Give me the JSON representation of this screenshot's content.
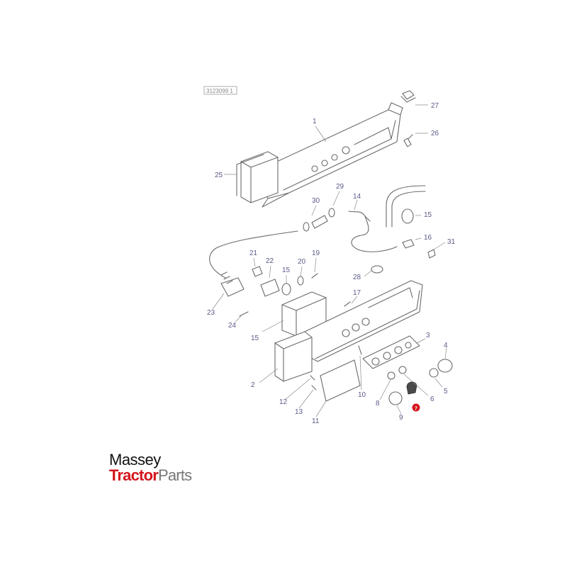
{
  "drawing_ref": "3123099 1",
  "callouts": [
    {
      "id": "c1",
      "label": "1"
    },
    {
      "id": "c2",
      "label": "2"
    },
    {
      "id": "c3",
      "label": "3"
    },
    {
      "id": "c4",
      "label": "4"
    },
    {
      "id": "c5",
      "label": "5"
    },
    {
      "id": "c6",
      "label": "6"
    },
    {
      "id": "c7",
      "label": "7"
    },
    {
      "id": "c8",
      "label": "8"
    },
    {
      "id": "c9",
      "label": "9"
    },
    {
      "id": "c10",
      "label": "10"
    },
    {
      "id": "c11",
      "label": "11"
    },
    {
      "id": "c12",
      "label": "12"
    },
    {
      "id": "c13",
      "label": "13"
    },
    {
      "id": "c14",
      "label": "14"
    },
    {
      "id": "c15a",
      "label": "15"
    },
    {
      "id": "c15b",
      "label": "15"
    },
    {
      "id": "c15c",
      "label": "15"
    },
    {
      "id": "c16",
      "label": "16"
    },
    {
      "id": "c17",
      "label": "17"
    },
    {
      "id": "c19",
      "label": "19"
    },
    {
      "id": "c20",
      "label": "20"
    },
    {
      "id": "c21",
      "label": "21"
    },
    {
      "id": "c22",
      "label": "22"
    },
    {
      "id": "c23",
      "label": "23"
    },
    {
      "id": "c24",
      "label": "24"
    },
    {
      "id": "c25",
      "label": "25"
    },
    {
      "id": "c26",
      "label": "26"
    },
    {
      "id": "c27",
      "label": "27"
    },
    {
      "id": "c28",
      "label": "28"
    },
    {
      "id": "c29",
      "label": "29"
    },
    {
      "id": "c30",
      "label": "30"
    },
    {
      "id": "c31",
      "label": "31"
    }
  ],
  "highlighted_part": "7",
  "colors": {
    "highlight": "#d4141c",
    "brand_red": "#d4141c",
    "callout_text": "#5a5a8a"
  },
  "logo": {
    "top": "Massey",
    "bottom_bold": "Tractor",
    "bottom_light": "Parts"
  }
}
